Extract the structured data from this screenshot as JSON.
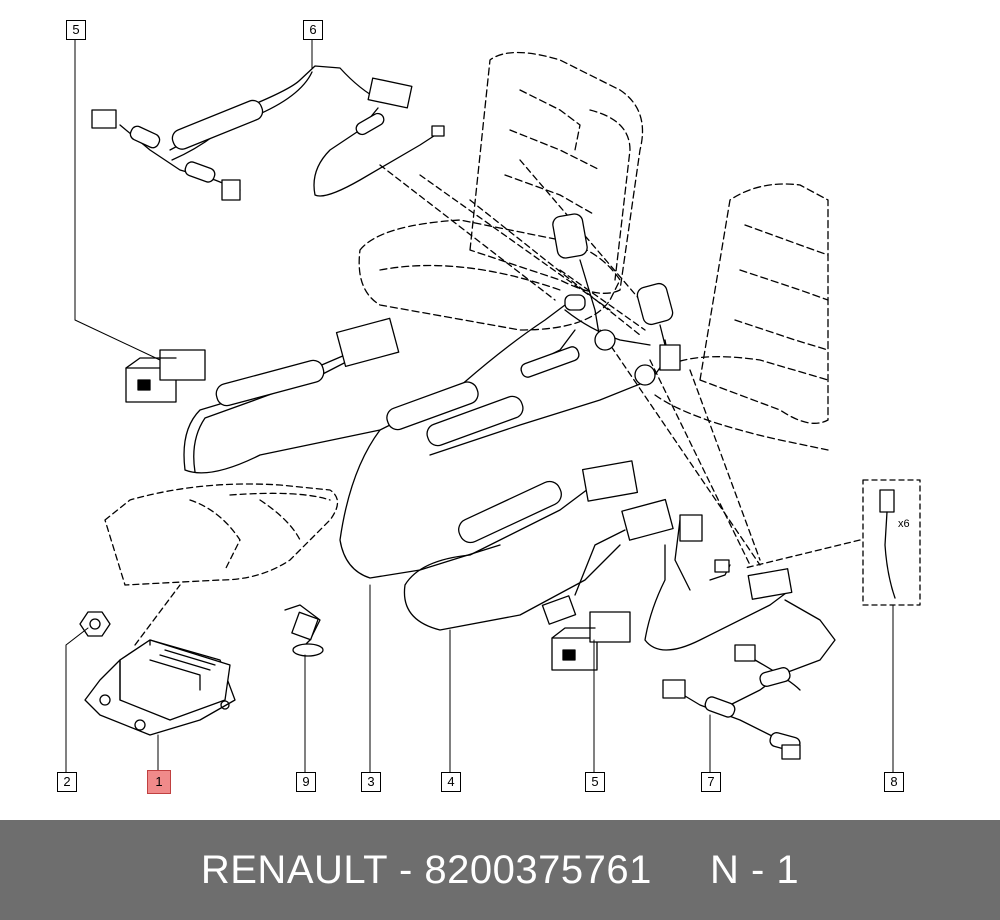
{
  "diagram": {
    "callouts": [
      "5",
      "6",
      "5",
      "1",
      "2",
      "9",
      "3",
      "4",
      "7",
      "8"
    ],
    "multiplier": "x6"
  },
  "footer": {
    "text": "RENAULT - 8200375761     N - 1",
    "background": "#6e6e6e"
  },
  "highlight_color": "#f08a8a"
}
